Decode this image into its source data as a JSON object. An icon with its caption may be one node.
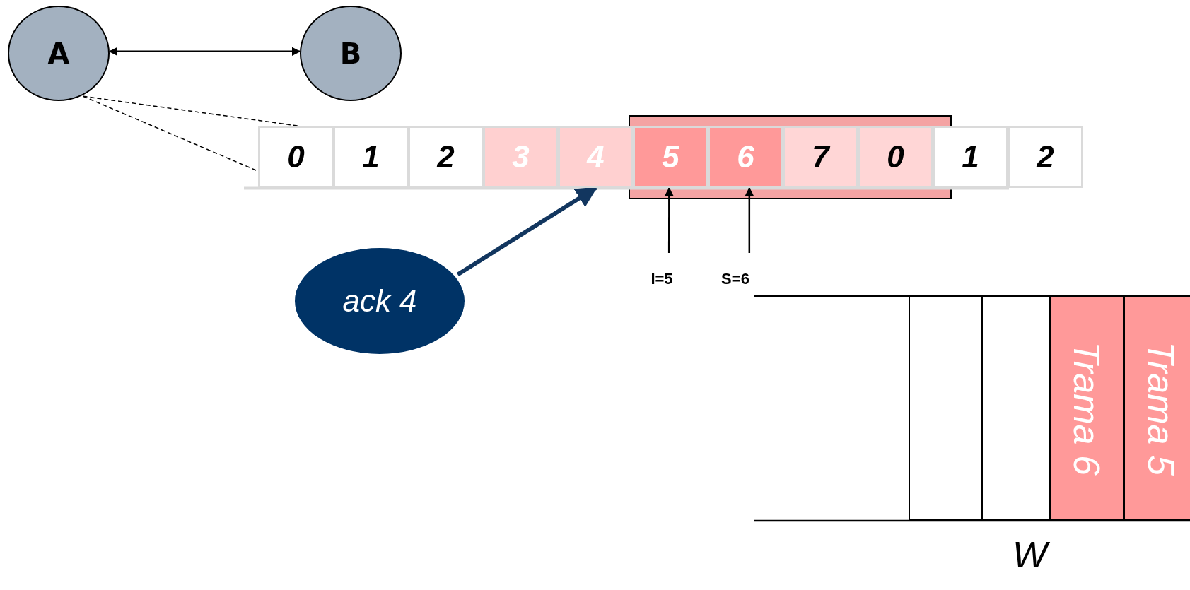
{
  "diagram": {
    "nodes": [
      {
        "text": [
          "A"
        ]
      },
      {
        "text": [
          "B"
        ]
      },
      {
        "text": [
          "0"
        ]
      },
      {
        "text": [
          "1"
        ]
      },
      {
        "text": [
          "2"
        ]
      },
      {
        "text": [
          "3"
        ]
      },
      {
        "text": [
          "4"
        ]
      },
      {
        "text": [
          "5"
        ]
      },
      {
        "text": [
          "6"
        ]
      },
      {
        "text": [
          "7"
        ]
      },
      {
        "text": [
          "0"
        ]
      },
      {
        "text": [
          "1"
        ]
      },
      {
        "text": [
          "2"
        ]
      },
      {
        "text": [
          "ack 4"
        ]
      },
      {
        "text": [
          "I=5"
        ]
      },
      {
        "text": [
          "S=6"
        ]
      },
      {
        "text": [],
        "shape": "box"
      },
      {
        "text": [],
        "shape": "box"
      },
      {
        "text": [
          "Trama 6"
        ]
      },
      {
        "text": [
          "Trama 5"
        ]
      }
    ],
    "edges": [
      {
        "from": 0,
        "to": 1,
        "arrow": "both"
      },
      {
        "from": 0,
        "to": 2,
        "arrow": "none",
        "style": "dashed"
      },
      {
        "from": 0,
        "to": 2,
        "arrow": "none",
        "style": "dashed"
      },
      {
        "from": 13,
        "to": 6,
        "arrow": "to",
        "style": "thick",
        "color": "#12365f"
      },
      {
        "from": 14,
        "to": 7,
        "arrow": "to"
      },
      {
        "from": 15,
        "to": 8,
        "arrow": "to"
      }
    ],
    "labels": [
      "W"
    ]
  }
}
